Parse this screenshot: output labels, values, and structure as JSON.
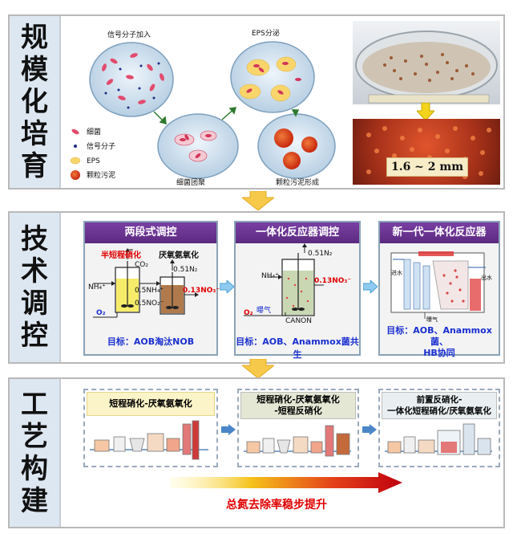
{
  "section1": {
    "side_title": [
      "规",
      "模",
      "化",
      "培",
      "育"
    ],
    "label_signal_add": "信号分子加入",
    "label_eps_secretion": "EPS分泌",
    "label_bacteria_aggregate": "细菌团聚",
    "label_granule_formed": "颗粒污泥形成",
    "legend": [
      "细菌",
      "信号分子",
      "EPS",
      "颗粒污泥"
    ],
    "photo_caption": "1.6 ~ 2 mm"
  },
  "section2": {
    "side_title": [
      "技",
      "术",
      "调",
      "控"
    ],
    "panels": [
      {
        "header": "两段式调控",
        "goal": "目标：AOB淘汰NOB"
      },
      {
        "header": "一体化反应器调控",
        "goal": "目标：AOB、Anammox菌共生"
      },
      {
        "header": "新一代一体化反应器",
        "goal": "目标：AOB、Anammox菌、\nHB协同"
      }
    ],
    "p1": {
      "partial_nitrification": "半短程硝化",
      "anammox": "厌氧氨氧化",
      "co2": "CO₂",
      "n2": "0.51N₂",
      "nh4": "NH₄⁺",
      "o2": "O₂",
      "nh4_out": "0.5NH₄⁺",
      "no2_out": "0.5NO₂⁻",
      "no3_out": "0.13NO₃⁻"
    },
    "p2": {
      "n2": "0.51N₂",
      "nh4": "NH₄⁺",
      "no3": "0.13NO₃⁻",
      "aeration": "曝气",
      "o2": "O₂",
      "canon": "CANON"
    },
    "p3": {
      "inflow": "进水",
      "outflow": "出水",
      "aeration": "曝气"
    }
  },
  "section3": {
    "side_title": [
      "工",
      "艺",
      "构",
      "建"
    ],
    "processes": [
      "短程硝化-厌氧氨氧化",
      "短程硝化-厌氧氨氧化\n-短程反硝化",
      "前置反硝化-\n一体化短程硝化/厌氧氨氧化"
    ],
    "trend_label": "总氮去除率稳步提升"
  }
}
